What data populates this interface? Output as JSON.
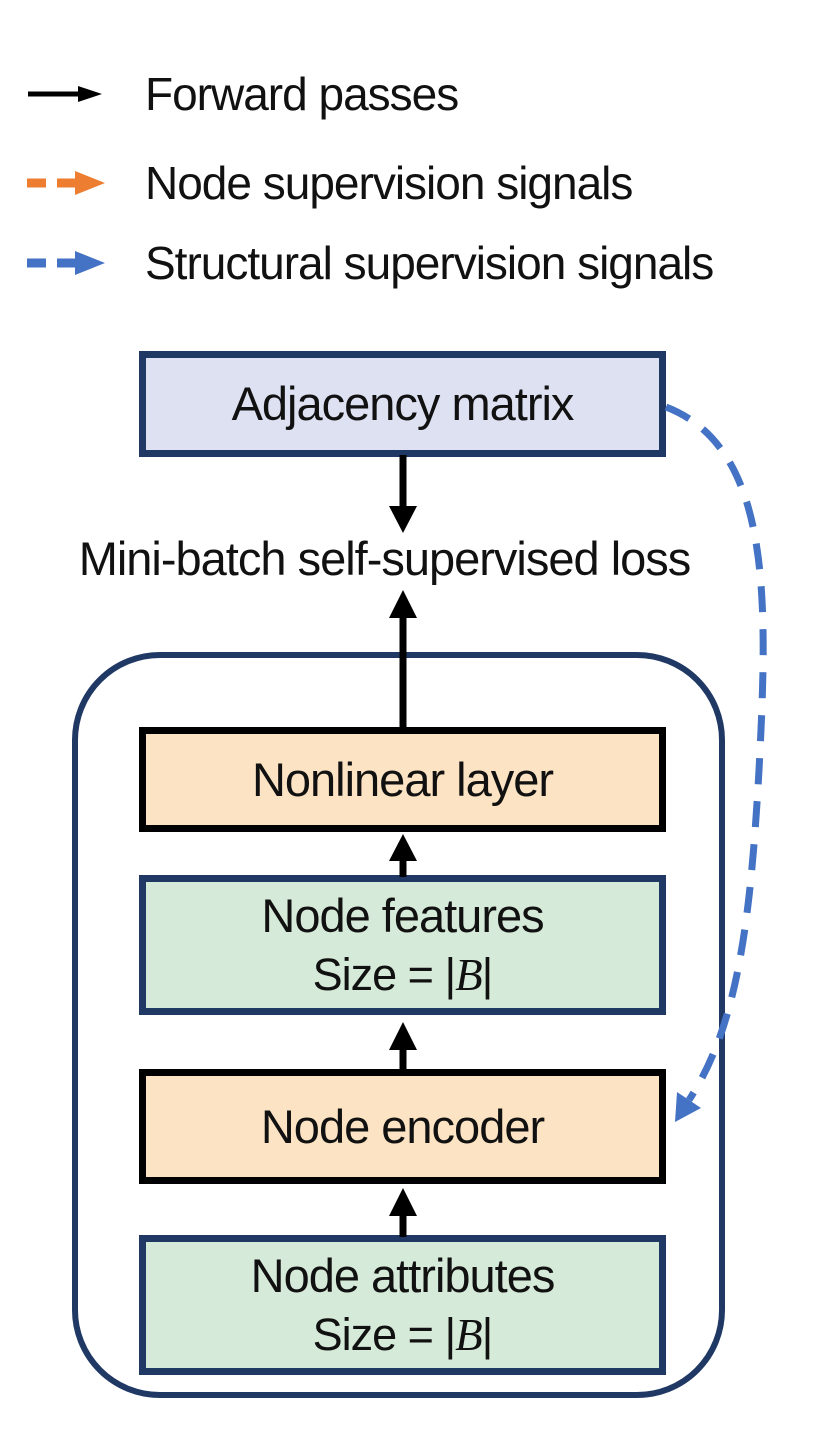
{
  "colors": {
    "forward_black": "#000000",
    "node_supervision_orange": "#ED7D31",
    "structural_supervision_blue": "#4472C4",
    "frame_navy": "#1f3864",
    "adjacency_fill": "#dde1f2",
    "encoder_fill": "#fbe3c3",
    "features_fill": "#d6ead9",
    "text_black": "#111111"
  },
  "legend": {
    "items": [
      {
        "label": "Forward passes"
      },
      {
        "label": "Node supervision signals"
      },
      {
        "label": "Structural supervision signals"
      }
    ]
  },
  "diagram": {
    "adjacency_box": {
      "label": "Adjacency matrix"
    },
    "loss_label": "Mini-batch self-supervised loss",
    "nonlinear_box": {
      "label": "Nonlinear layer"
    },
    "features_box": {
      "label": "Node features",
      "size": {
        "prefix": "Size = |",
        "var": "B",
        "suffix": "|"
      }
    },
    "encoder_box": {
      "label": "Node encoder"
    },
    "attributes_box": {
      "label": "Node attributes",
      "size": {
        "prefix": "Size = |",
        "var": "B",
        "suffix": "|"
      }
    }
  }
}
